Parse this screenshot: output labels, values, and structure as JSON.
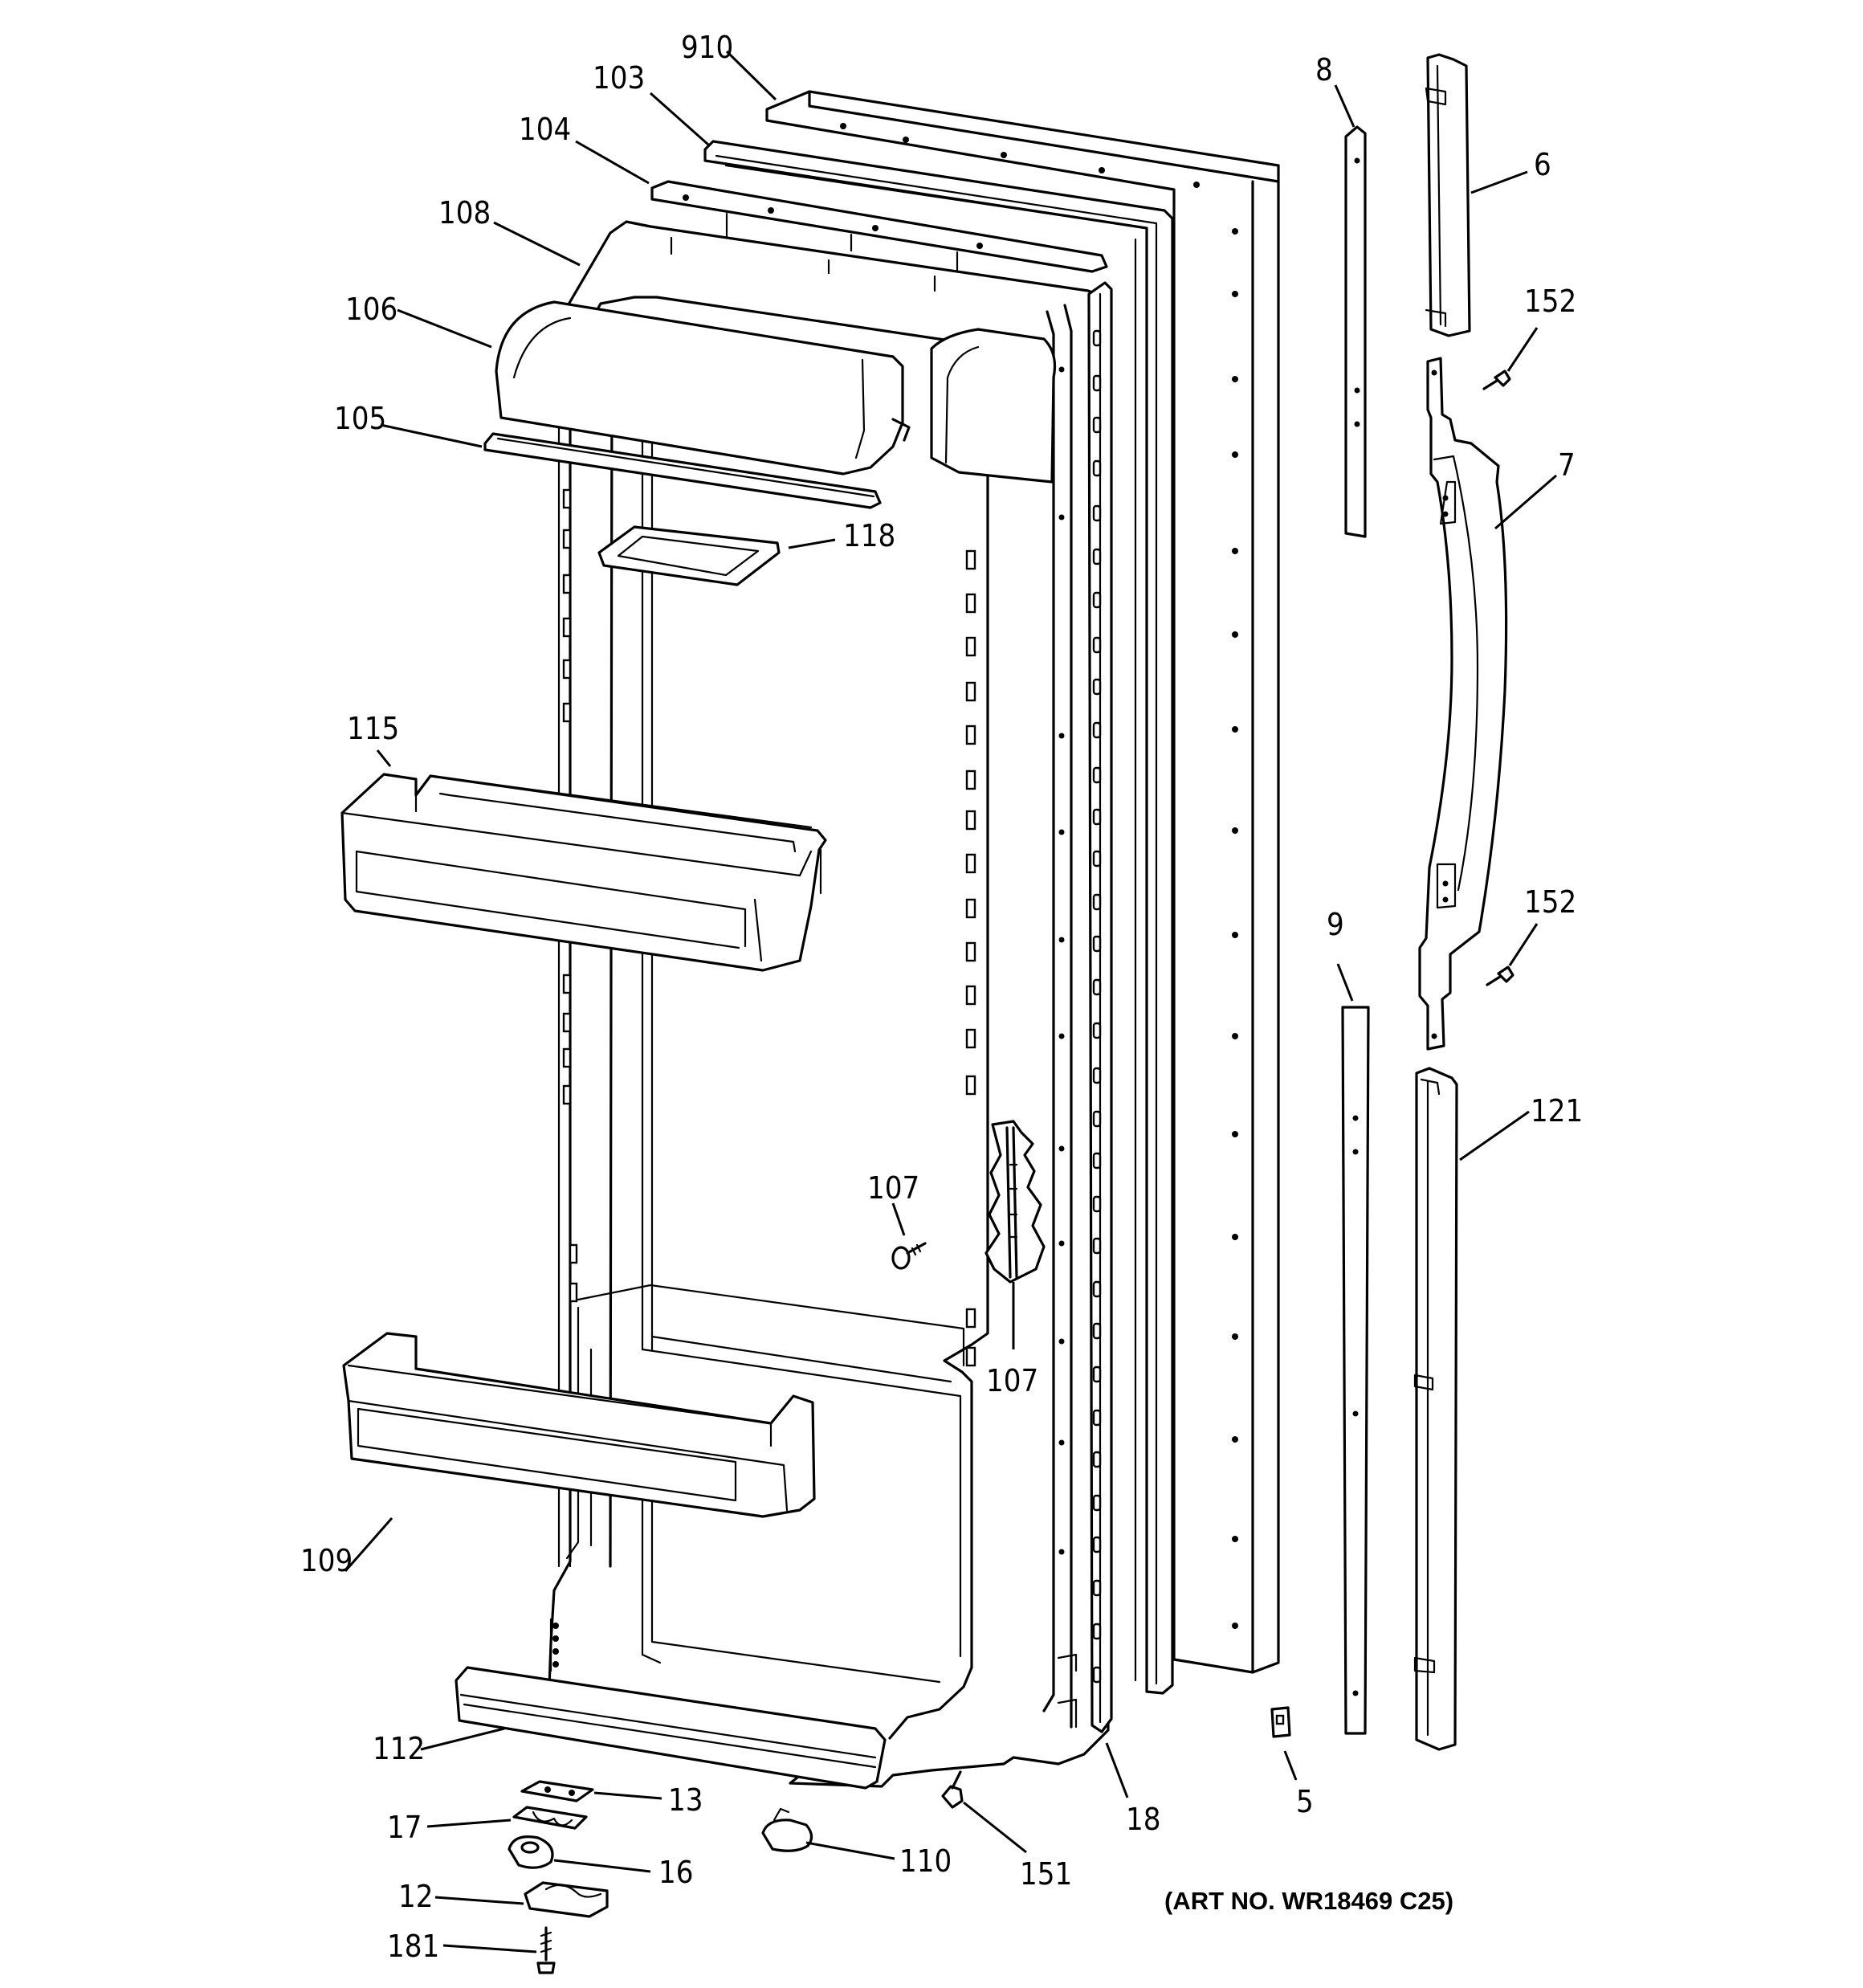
{
  "art_number": "(ART NO. WR18469 C25)",
  "callouts": [
    "910",
    "103",
    "104",
    "108",
    "106",
    "105",
    "118",
    "115",
    "107",
    "107",
    "109",
    "112",
    "13",
    "17",
    "16",
    "12",
    "181",
    "110",
    "151",
    "18",
    "5",
    "8",
    "6",
    "152",
    "7",
    "152",
    "9",
    "121"
  ]
}
